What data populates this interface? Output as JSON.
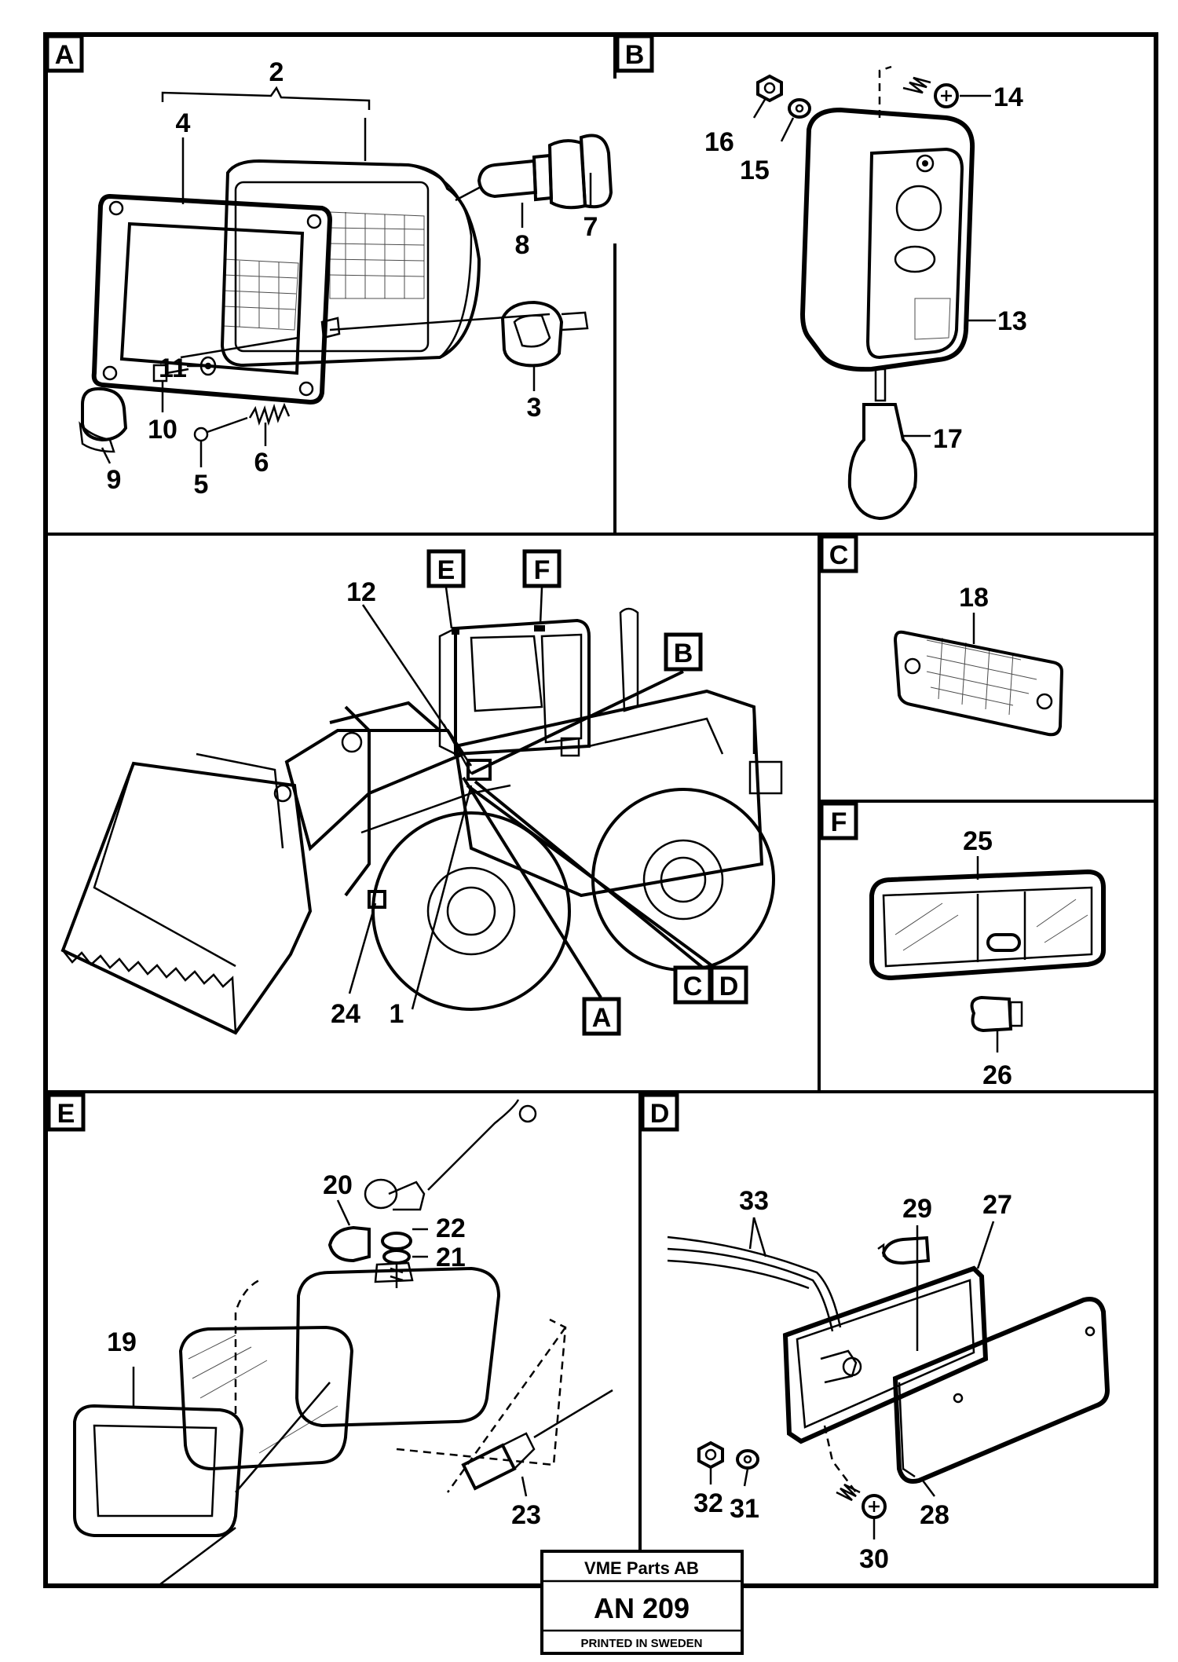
{
  "panels": {
    "A": "A",
    "B": "B",
    "C": "C",
    "D": "D",
    "E": "E",
    "F": "F"
  },
  "callouts": {
    "n1": "1",
    "n2": "2",
    "n3": "3",
    "n4": "4",
    "n5": "5",
    "n6": "6",
    "n7": "7",
    "n8": "8",
    "n9": "9",
    "n10": "10",
    "n11": "11",
    "n12": "12",
    "n13": "13",
    "n14": "14",
    "n15": "15",
    "n16": "16",
    "n17": "17",
    "n18": "18",
    "n19": "19",
    "n20": "20",
    "n21": "21",
    "n22": "22",
    "n23": "23",
    "n24": "24",
    "n25": "25",
    "n26": "26",
    "n27": "27",
    "n28": "28",
    "n29": "29",
    "n30": "30",
    "n31": "31",
    "n32": "32",
    "n33": "33"
  },
  "machine_tags": {
    "A": "A",
    "B": "B",
    "C": "C",
    "D": "D",
    "E": "E",
    "F": "F"
  },
  "footer": {
    "company": "VME Parts AB",
    "code": "AN 209",
    "printed": "PRINTED IN SWEDEN"
  }
}
